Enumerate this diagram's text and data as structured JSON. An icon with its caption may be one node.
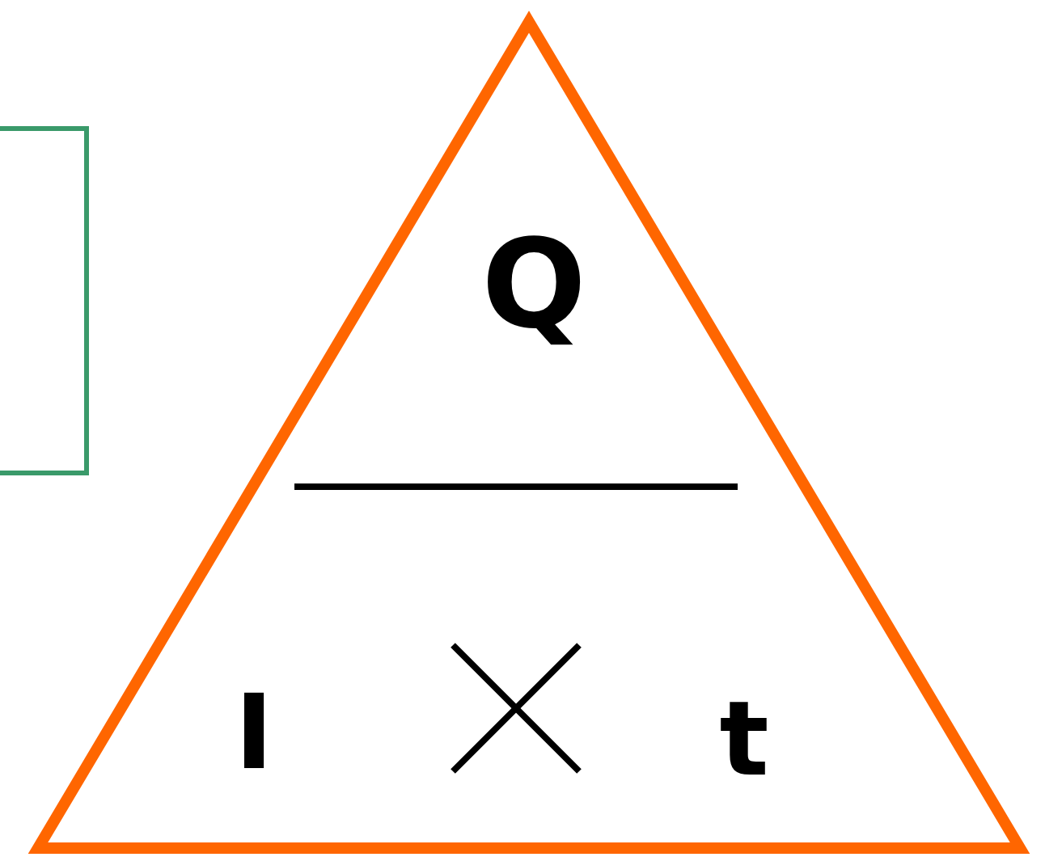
{
  "diagram": {
    "nodes": [
      {
        "text": [],
        "shape": "box"
      },
      {
        "text": [
          "Q",
          "I",
          "t"
        ]
      }
    ]
  }
}
